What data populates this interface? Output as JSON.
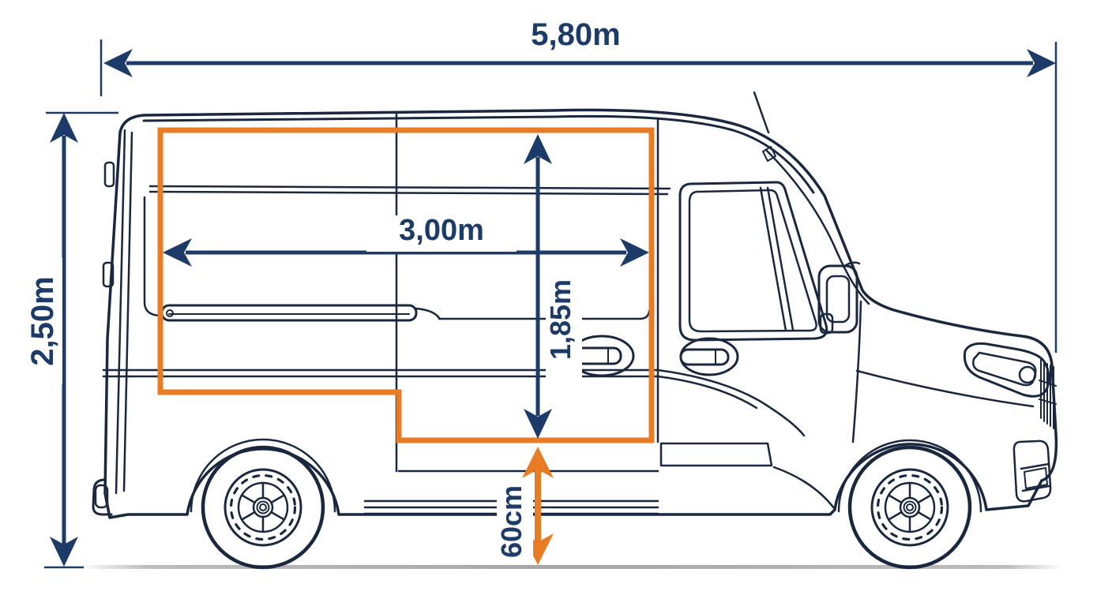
{
  "diagram": {
    "type": "van-side-view-dimension-diagram",
    "dimensions": {
      "overall_length": "5,80m",
      "overall_height": "2,50m",
      "cargo_length": "3,00m",
      "cargo_height": "1,85m",
      "loading_height": "60cm"
    },
    "colors": {
      "dimension_blue": "#1d3b69",
      "cargo_highlight_orange": "#e87c24",
      "van_outline_navy": "#19273f",
      "ground_gray": "#b0b0b0"
    }
  }
}
